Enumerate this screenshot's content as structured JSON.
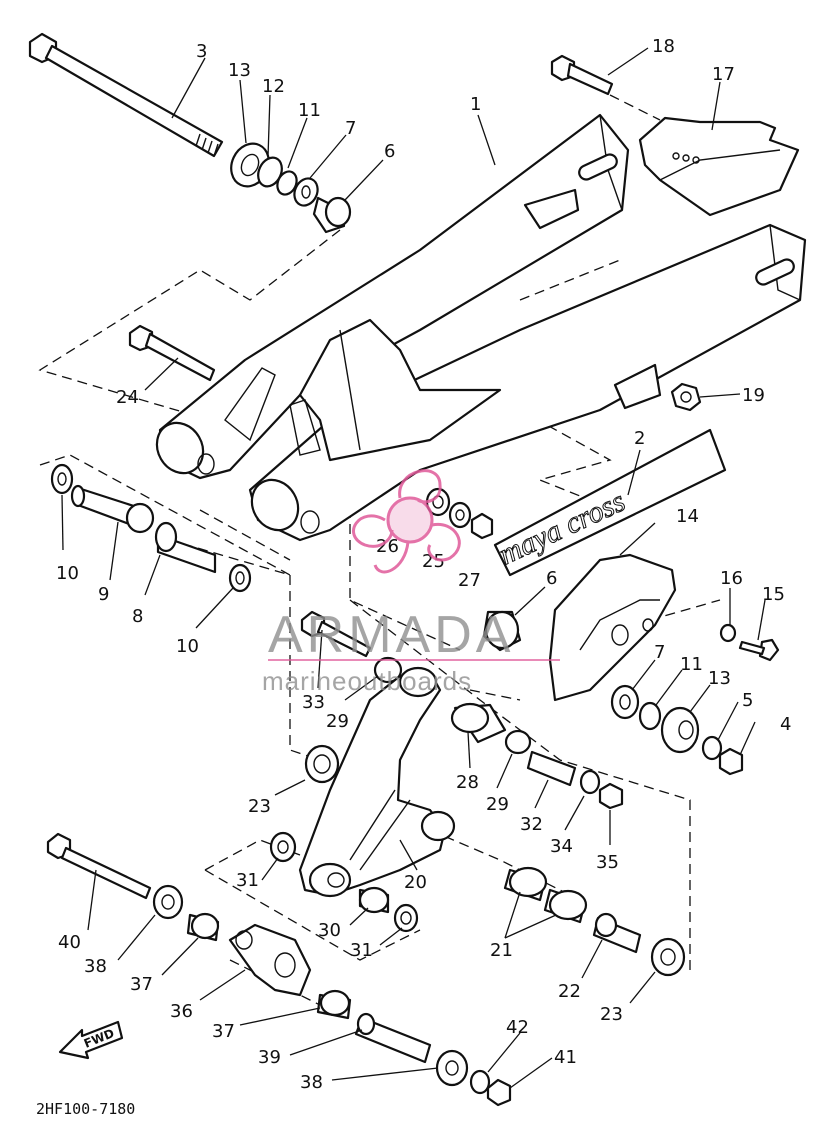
{
  "diagram": {
    "code": "2HF100-7180",
    "fwd_label": "FWD",
    "decal_text": "maya cross",
    "watermark": {
      "brand": "ARMADA",
      "sub": "marineoutboards"
    }
  },
  "labels": {
    "p1": "1",
    "p2": "2",
    "p3": "3",
    "p4": "4",
    "p5": "5",
    "p6a": "6",
    "p6b": "6",
    "p7a": "7",
    "p7b": "7",
    "p8": "8",
    "p9": "9",
    "p10a": "10",
    "p10b": "10",
    "p11a": "11",
    "p11b": "11",
    "p12": "12",
    "p13a": "13",
    "p13b": "13",
    "p14": "14",
    "p15": "15",
    "p16": "16",
    "p17": "17",
    "p18": "18",
    "p19": "19",
    "p20": "20",
    "p21": "21",
    "p22": "22",
    "p23a": "23",
    "p23b": "23",
    "p24": "24",
    "p25": "25",
    "p26": "26",
    "p27": "27",
    "p28": "28",
    "p29a": "29",
    "p29b": "29",
    "p30": "30",
    "p31a": "31",
    "p31b": "31",
    "p32": "32",
    "p33": "33",
    "p34": "34",
    "p35": "35",
    "p36": "36",
    "p37a": "37",
    "p37b": "37",
    "p38a": "38",
    "p38b": "38",
    "p39": "39",
    "p40": "40",
    "p41": "41",
    "p42": "42"
  },
  "colors": {
    "line": "#111111",
    "watermark_gray": "#8f8f8f",
    "watermark_pink": "#e05a9a"
  }
}
